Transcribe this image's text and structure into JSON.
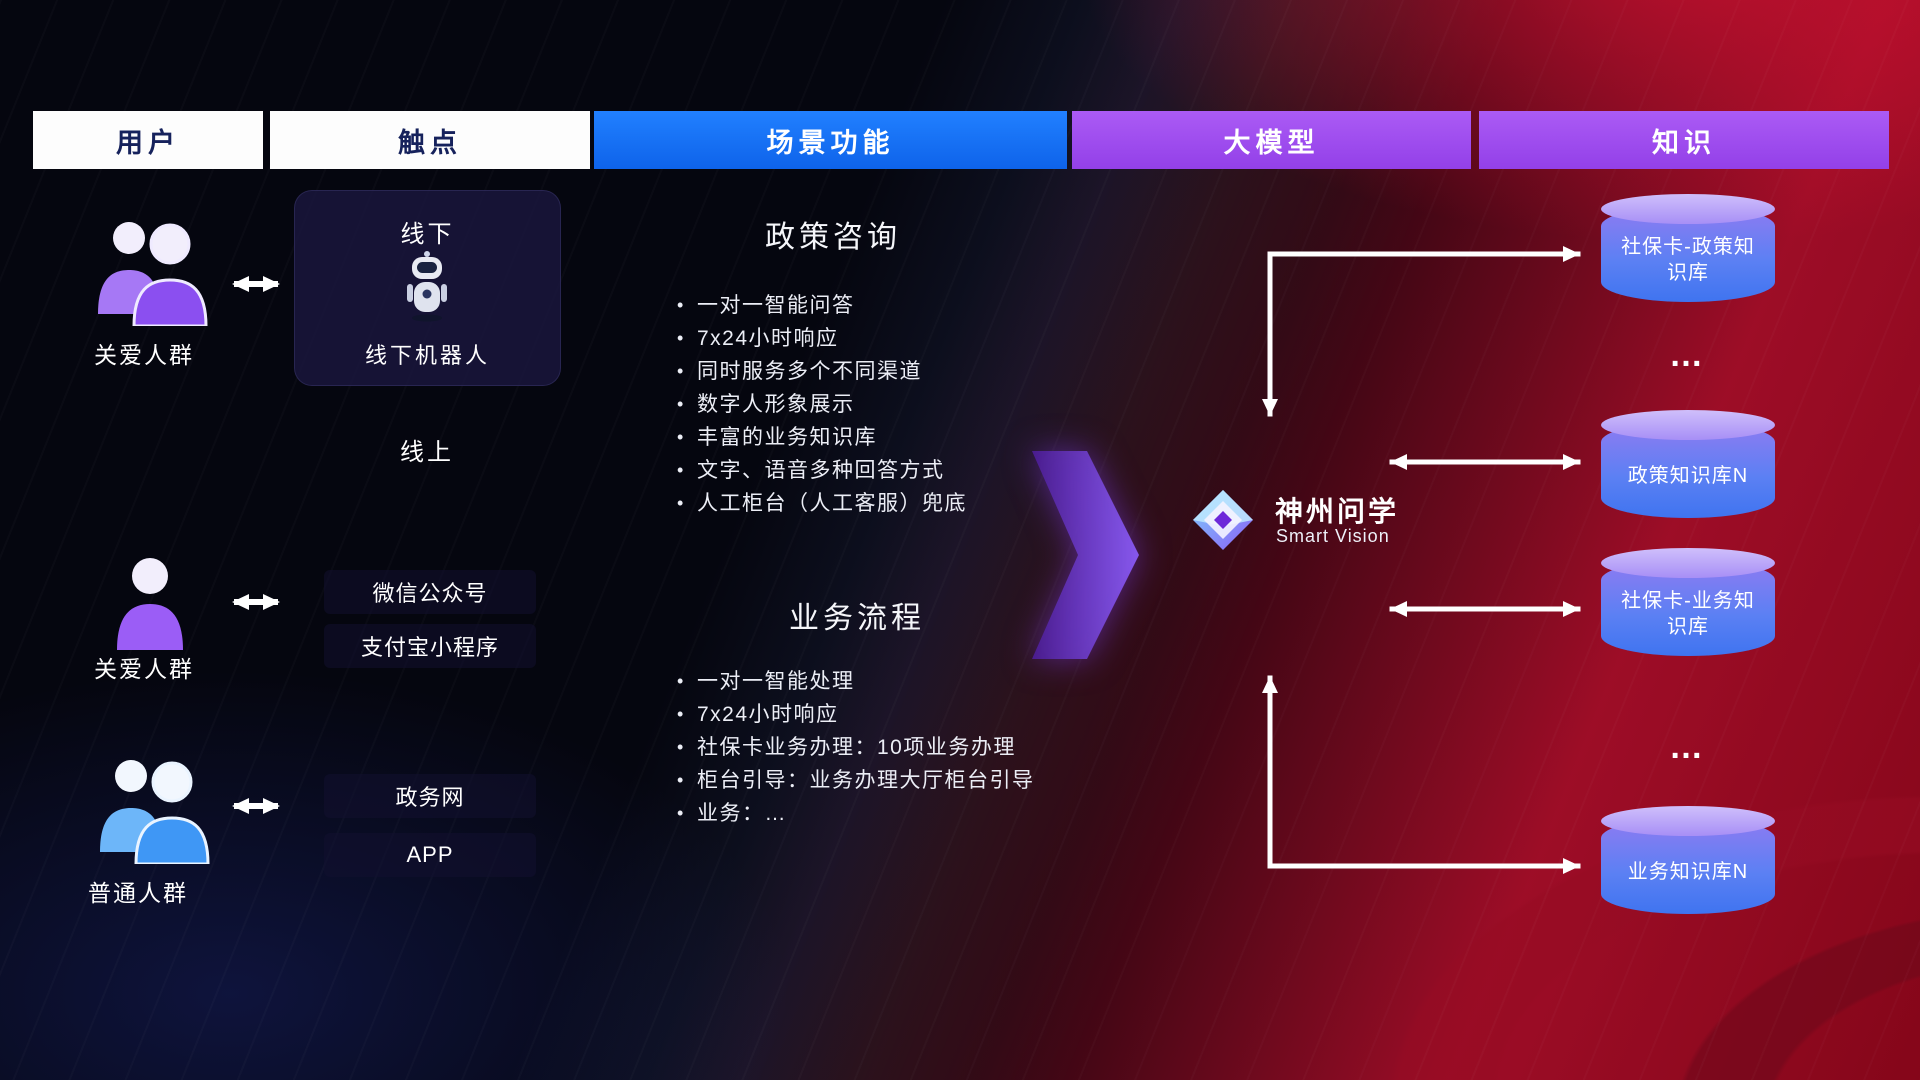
{
  "colors": {
    "header_blue": "#1272f0",
    "header_purple": "#a14df0",
    "header_text_dark": "#16225c",
    "cylinder_top": "#bcaaf8",
    "cylinder_body_top": "#8f7bf2",
    "cylinder_body_bottom": "#3f74f0",
    "arrow_white": "#ffffff",
    "big_arrow_purple": "#7c3aed",
    "background_red": "#b3122e",
    "background_dark": "#05060f"
  },
  "header": {
    "columns": [
      {
        "label": "用户"
      },
      {
        "label": "触点"
      },
      {
        "label": "场景功能"
      },
      {
        "label": "大模型"
      },
      {
        "label": "知识"
      }
    ]
  },
  "users": [
    {
      "label": "关爱人群",
      "icon": "group-people-purple-icon"
    },
    {
      "label": "关爱人群",
      "icon": "single-person-purple-icon"
    },
    {
      "label": "普通人群",
      "icon": "group-people-blue-icon"
    }
  ],
  "touchpoints": {
    "offline_title": "线下",
    "offline_robot_label": "线下机器人",
    "online_title": "线上",
    "items": [
      "微信公众号",
      "支付宝小程序",
      "政务网",
      "APP"
    ]
  },
  "scenarios": [
    {
      "title": "政策咨询",
      "items": [
        "一对一智能问答",
        "7x24小时响应",
        "同时服务多个不同渠道",
        "数字人形象展示",
        "丰富的业务知识库",
        "文字、语音多种回答方式",
        "人工柜台（人工客服）兜底"
      ]
    },
    {
      "title": "业务流程",
      "items": [
        "一对一智能处理",
        "7x24小时响应",
        "社保卡业务办理：10项业务办理",
        "柜台引导：业务办理大厅柜台引导",
        "业务：…"
      ]
    }
  ],
  "model": {
    "name": "神州问学",
    "subtitle": "Smart Vision"
  },
  "knowledge": [
    {
      "type": "db",
      "label": "社保卡-政策知识库"
    },
    {
      "type": "ellipsis",
      "label": "…"
    },
    {
      "type": "db",
      "label": "政策知识库N"
    },
    {
      "type": "db",
      "label": "社保卡-业务知识库"
    },
    {
      "type": "ellipsis",
      "label": "…"
    },
    {
      "type": "db",
      "label": "业务知识库N"
    }
  ]
}
